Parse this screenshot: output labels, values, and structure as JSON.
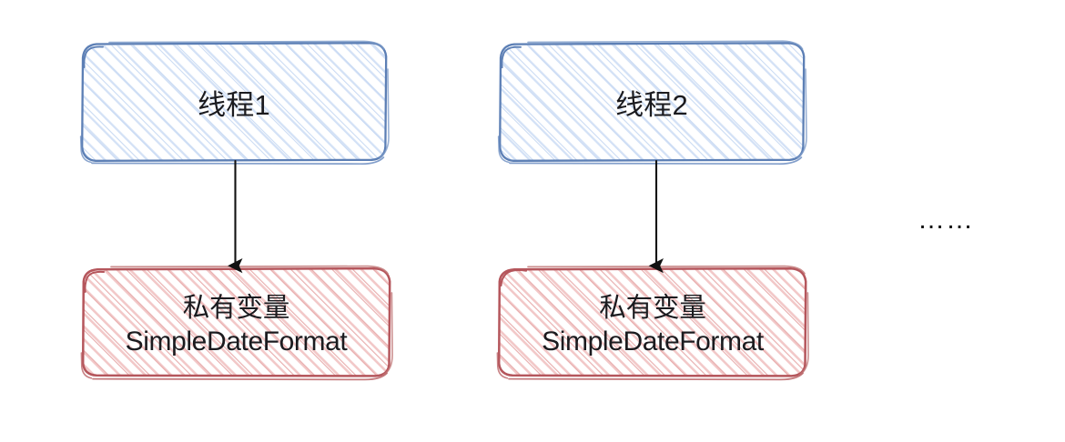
{
  "diagram": {
    "title": "Thread-local SimpleDateFormat diagram",
    "style": "hand-drawn",
    "background": "#ffffff",
    "colors": {
      "thread_stroke": "#5c7fb5",
      "thread_fill_hatch": "#dbe6f7",
      "variable_stroke": "#b5565c",
      "variable_fill_hatch": "#f0bfbf",
      "arrow": "#111111",
      "text": "#1b1b1f"
    },
    "columns": [
      {
        "thread": {
          "label": "线程1"
        },
        "variable": {
          "line1": "私有变量",
          "line2": "SimpleDateFormat"
        },
        "connector": {
          "kind": "arrow-down"
        }
      },
      {
        "thread": {
          "label": "线程2"
        },
        "variable": {
          "line1": "私有变量",
          "line2": "SimpleDateFormat"
        },
        "connector": {
          "kind": "arrow-down"
        }
      }
    ],
    "ellipsis": "……"
  }
}
